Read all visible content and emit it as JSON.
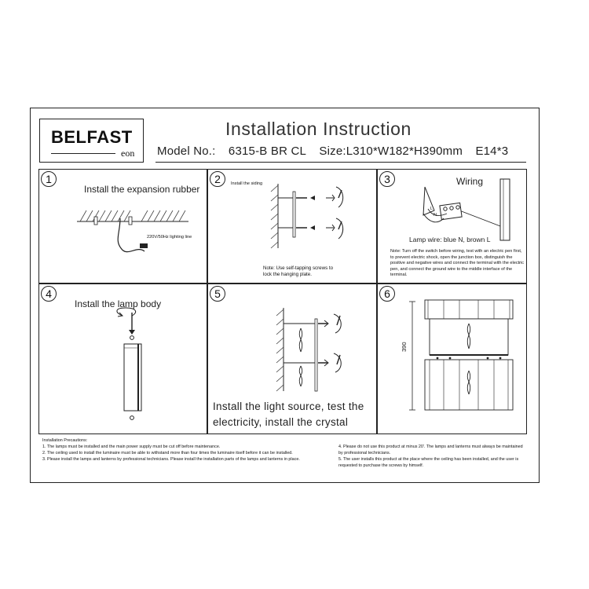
{
  "header": {
    "brand": "BELFAST",
    "brand_sub": "eon",
    "title": "Installation Instruction",
    "model_label": "Model No.:",
    "model_value": "6315-B BR CL",
    "size": "Size:L310*W182*H390mm",
    "bulb": "E14*3"
  },
  "steps": [
    {
      "number": "1",
      "caption": "Install the expansion rubber",
      "label": "220V/50Hz lighting line"
    },
    {
      "number": "2",
      "caption": "Install the siding",
      "note_lines": [
        "Note: Use self-tapping screws to",
        "lock the hanging plate."
      ]
    },
    {
      "number": "3",
      "caption": "Wiring",
      "label": "Lamp wire: blue N, brown L",
      "note_lines": [
        "Note: Turn off the switch before wiring, test with an electric pen first,",
        "to prevent electric shock, open the junction box, distinguish the",
        "positive and negative wires and connect the terminal with the electric",
        "pen, and connect the ground wire to the middle interface of the",
        "terminal."
      ],
      "terminal_marks": [
        "L",
        "N"
      ]
    },
    {
      "number": "4",
      "caption": "Install the lamp body"
    },
    {
      "number": "5",
      "caption_lines": [
        "Install the light source, test the",
        "electricity, install the crystal"
      ]
    },
    {
      "number": "6",
      "dimension": "390"
    }
  ],
  "precautions": {
    "title": "Installation Precautions:",
    "left": [
      "1. The lamps must be installed and the main power supply must be cut off before maintenance.",
      "2. The ceiling used to install the luminaire must be able to withstand more than four times the luminaire itself before it can be installed.",
      "3. Please install the lamps and lanterns by professional technicians. Please install the installation parts of the lamps and lanterns in place."
    ],
    "right": [
      "4. Please do not use this product at minus 20'. The lamps and lanterns must always be maintained",
      "by professional technicians.",
      "5. The user installs this product at the place where the ceiling has been installed, and the user is",
      "requested to purchase the screws by himself."
    ]
  }
}
